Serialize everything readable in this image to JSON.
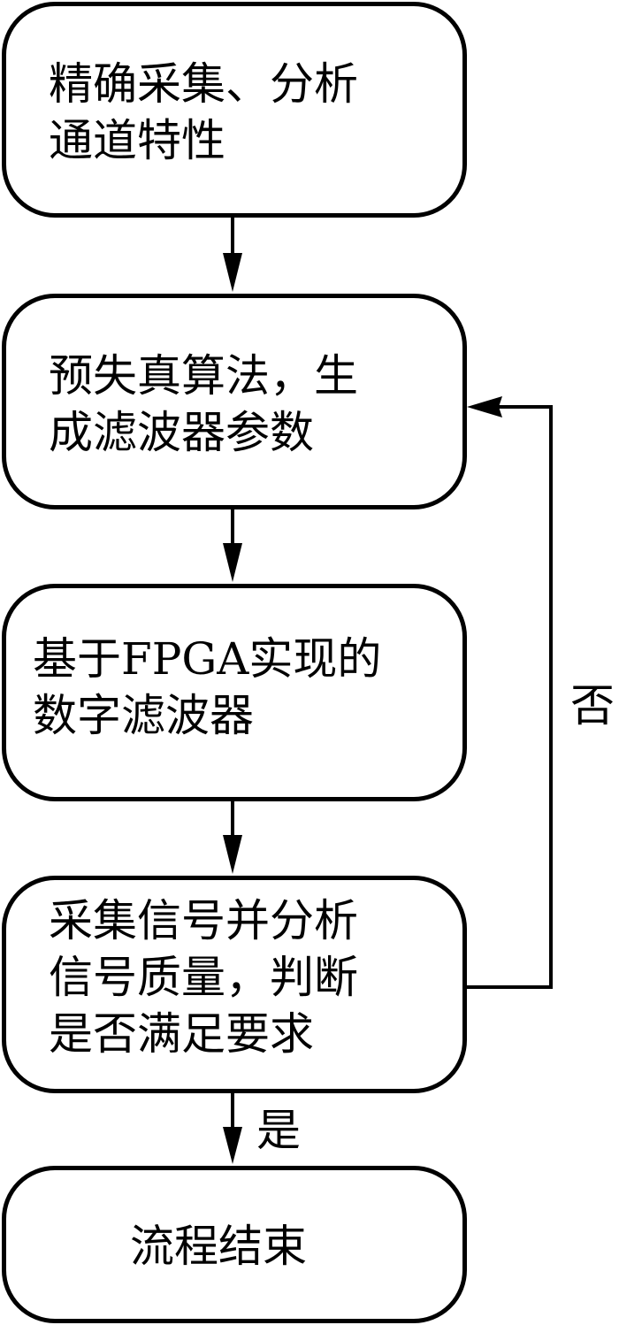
{
  "diagram": {
    "type": "flowchart",
    "nodes": [
      {
        "id": "step1",
        "text": "精确采集、分析\n通道特性"
      },
      {
        "id": "step2",
        "text": "预失真算法，生\n成滤波器参数"
      },
      {
        "id": "step3",
        "text": "基于FPGA实现的\n数字滤波器"
      },
      {
        "id": "step4",
        "text": "采集信号并分析\n信号质量，判断\n是否满足要求"
      },
      {
        "id": "end",
        "text": "流程结束"
      }
    ],
    "edges": [
      {
        "from": "step1",
        "to": "step2",
        "label": ""
      },
      {
        "from": "step2",
        "to": "step3",
        "label": ""
      },
      {
        "from": "step3",
        "to": "step4",
        "label": ""
      },
      {
        "from": "step4",
        "to": "end",
        "label": "是"
      },
      {
        "from": "step4",
        "to": "step2",
        "label": "否"
      }
    ]
  }
}
